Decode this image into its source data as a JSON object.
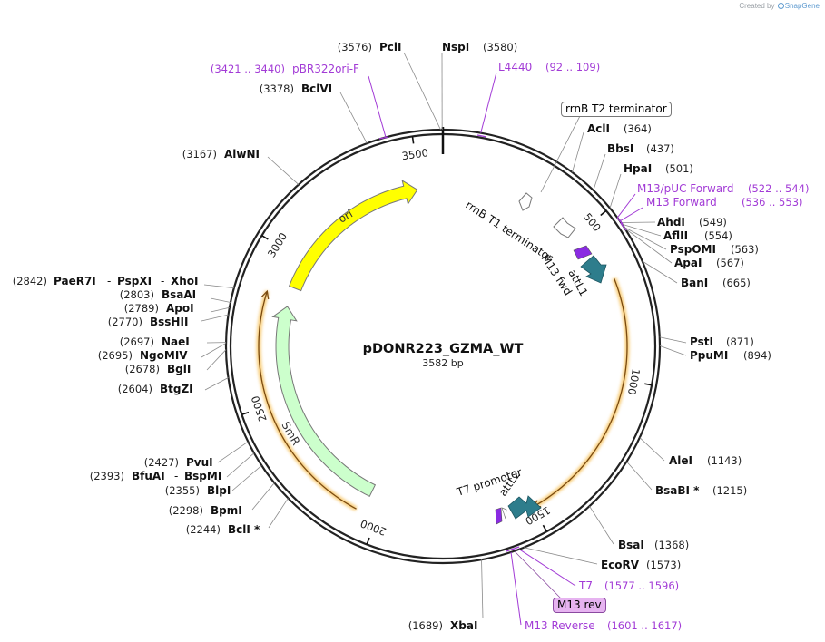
{
  "brand": {
    "created_by": "Created by",
    "product": "SnapGene"
  },
  "plasmid": {
    "name": "pDONR223_GZMA_WT",
    "length_label": "3582 bp",
    "length": 3582
  },
  "ticks": [
    {
      "bp": 500,
      "label": "500"
    },
    {
      "bp": 1000,
      "label": "1000"
    },
    {
      "bp": 1500,
      "label": "1500"
    },
    {
      "bp": 2000,
      "label": "2000"
    },
    {
      "bp": 2500,
      "label": "2500"
    },
    {
      "bp": 3000,
      "label": "3000"
    },
    {
      "bp": 3500,
      "label": "3500"
    }
  ],
  "features": {
    "ori": {
      "name": "ori",
      "start": 2900,
      "end": 3490,
      "color": "#ffff00"
    },
    "smr": {
      "name": "SmR",
      "start": 2050,
      "end": 2830,
      "color": "#ccffcc"
    },
    "attL1": {
      "name": "attL1"
    },
    "attL2": {
      "name": "attL2"
    },
    "m13fwd": {
      "name": "M13 fwd"
    },
    "t7promoter": {
      "name": "T7 promoter"
    },
    "rrnbt1": {
      "name": "rrnB T1 terminator"
    },
    "rrnbt2": {
      "name": "rrnB T2 terminator"
    },
    "m13rev": {
      "name": "M13 rev"
    },
    "insert": {
      "start": 680,
      "end": 1500
    }
  },
  "sites": [
    {
      "id": "pcii",
      "name": "PciI",
      "pos": "(3576)"
    },
    {
      "id": "nspi",
      "name": "NspI",
      "pos": "(3580)"
    },
    {
      "id": "bclvi",
      "name": "BclVI",
      "pos": "(3378)"
    },
    {
      "id": "alwni",
      "name": "AlwNI",
      "pos": "(3167)"
    },
    {
      "id": "paer7i",
      "name": "PaeR7I",
      "pos": "(2842)"
    },
    {
      "id": "pspxi",
      "name": "PspXI",
      "pos": ""
    },
    {
      "id": "xhoi",
      "name": "XhoI",
      "pos": ""
    },
    {
      "id": "bsaai",
      "name": "BsaAI",
      "pos": "(2803)"
    },
    {
      "id": "apoi",
      "name": "ApoI",
      "pos": "(2789)"
    },
    {
      "id": "bsshii",
      "name": "BssHII",
      "pos": "(2770)"
    },
    {
      "id": "naei",
      "name": "NaeI",
      "pos": "(2697)"
    },
    {
      "id": "ngomiv",
      "name": "NgoMIV",
      "pos": "(2695)"
    },
    {
      "id": "bgli",
      "name": "BglI",
      "pos": "(2678)"
    },
    {
      "id": "btgzi",
      "name": "BtgZI",
      "pos": "(2604)"
    },
    {
      "id": "pvui",
      "name": "PvuI",
      "pos": "(2427)"
    },
    {
      "id": "bfuai",
      "name": "BfuAI",
      "pos": "(2393)"
    },
    {
      "id": "bspmi",
      "name": "BspMI",
      "pos": ""
    },
    {
      "id": "blpi",
      "name": "BlpI",
      "pos": "(2355)"
    },
    {
      "id": "bpmi",
      "name": "BpmI",
      "pos": "(2298)"
    },
    {
      "id": "bcli",
      "name": "BclI *",
      "pos": "(2244)"
    },
    {
      "id": "acli",
      "name": "AclI",
      "pos": "(364)"
    },
    {
      "id": "bbsi",
      "name": "BbsI",
      "pos": "(437)"
    },
    {
      "id": "hpai",
      "name": "HpaI",
      "pos": "(501)"
    },
    {
      "id": "ahdi",
      "name": "AhdI",
      "pos": "(549)"
    },
    {
      "id": "aflii",
      "name": "AflII",
      "pos": "(554)"
    },
    {
      "id": "pspomi",
      "name": "PspOMI",
      "pos": "(563)"
    },
    {
      "id": "apai",
      "name": "ApaI",
      "pos": "(567)"
    },
    {
      "id": "bani",
      "name": "BanI",
      "pos": "(665)"
    },
    {
      "id": "psti",
      "name": "PstI",
      "pos": "(871)"
    },
    {
      "id": "ppumi",
      "name": "PpuMI",
      "pos": "(894)"
    },
    {
      "id": "alei",
      "name": "AleI",
      "pos": "(1143)"
    },
    {
      "id": "bsabi",
      "name": "BsaBI *",
      "pos": "(1215)"
    },
    {
      "id": "bsai",
      "name": "BsaI",
      "pos": "(1368)"
    },
    {
      "id": "ecorv",
      "name": "EcoRV",
      "pos": "(1573)"
    },
    {
      "id": "xbai",
      "name": "XbaI",
      "pos": "(1689)"
    }
  ],
  "primers": [
    {
      "id": "pbr322",
      "name": "pBR322ori-F",
      "range": "(3421 .. 3440)"
    },
    {
      "id": "l4440",
      "name": "L4440",
      "range": "(92 .. 109)"
    },
    {
      "id": "m13puc",
      "name": "M13/pUC Forward",
      "range": "(522 .. 544)"
    },
    {
      "id": "m13fwdp",
      "name": "M13 Forward",
      "range": "(536 .. 553)"
    },
    {
      "id": "t7",
      "name": "T7",
      "range": "(1577 .. 1596)"
    },
    {
      "id": "m13reverse",
      "name": "M13 Reverse",
      "range": "(1601 .. 1617)"
    }
  ],
  "colors": {
    "primer": "#a23bd6",
    "teal": "#2e7d8c",
    "insert_glow": "#f5b63a",
    "m13rev_box": "#e6b3f0"
  }
}
